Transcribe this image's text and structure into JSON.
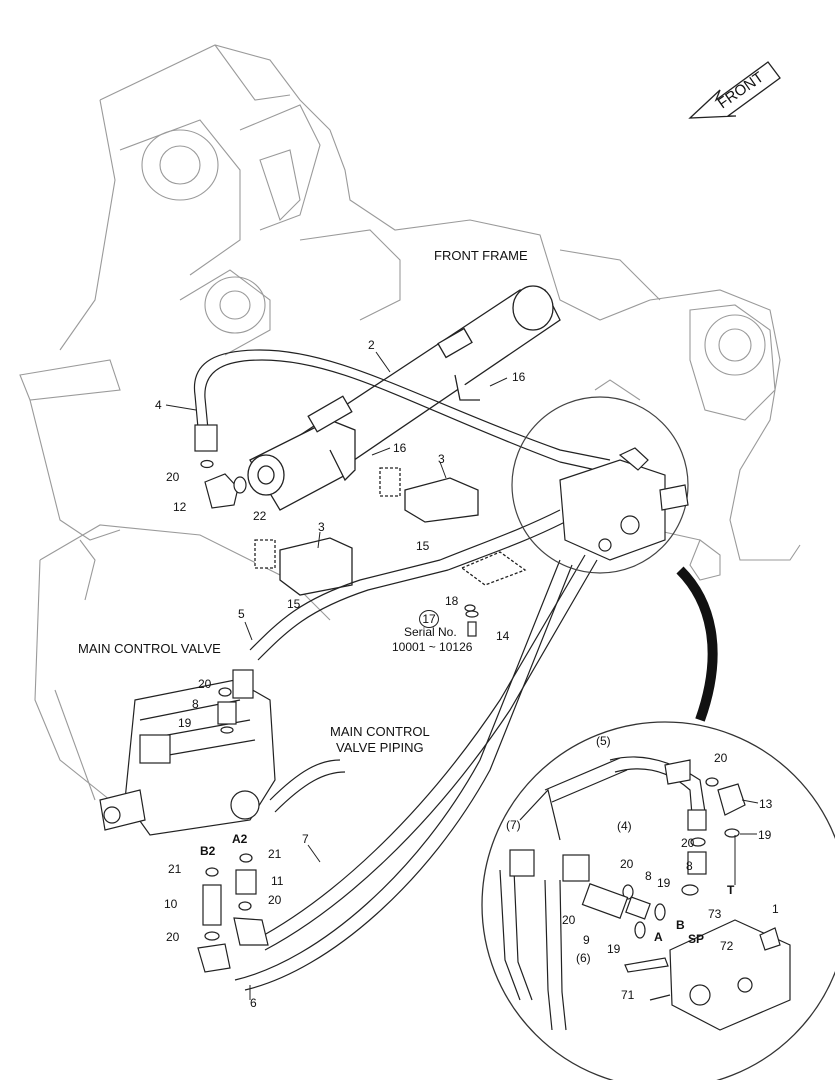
{
  "direction": "FRONT",
  "titles": {
    "front_frame": "FRONT FRAME",
    "main_control_valve": "MAIN CONTROL VALVE",
    "piping_line1": "MAIN CONTROL",
    "piping_line2": "VALVE PIPING",
    "serial_line1": "Serial No.",
    "serial_line2": "10001 ~ 10126"
  },
  "callouts": {
    "p2": "2",
    "p4": "4",
    "p16a": "16",
    "p16b": "16",
    "p3a": "3",
    "p3b": "3",
    "p20a": "20",
    "p12": "12",
    "p22": "22",
    "p15a": "15",
    "p15b": "15",
    "p5": "5",
    "p18": "18",
    "p17": "17",
    "p14": "14",
    "p20b": "20",
    "p8a": "8",
    "p19a": "19",
    "p7": "7",
    "p21a": "21",
    "p21b": "21",
    "p11": "11",
    "p20c": "20",
    "p10": "10",
    "p20d": "20",
    "p6": "6",
    "d5": "(5)",
    "d20a": "20",
    "d13": "13",
    "d4": "(4)",
    "d20b": "20",
    "d19a": "19",
    "d8a": "8",
    "d7": "(7)",
    "d20c": "20",
    "d8b": "8",
    "d19b": "19",
    "d20d": "20",
    "d9": "9",
    "d19c": "19",
    "d6": "(6)",
    "d73": "73",
    "d1": "1",
    "d72": "72",
    "d71": "71"
  },
  "ports": {
    "b2": "B2",
    "a2": "A2",
    "t": "T",
    "b": "B",
    "sp": "SP",
    "a": "A"
  }
}
